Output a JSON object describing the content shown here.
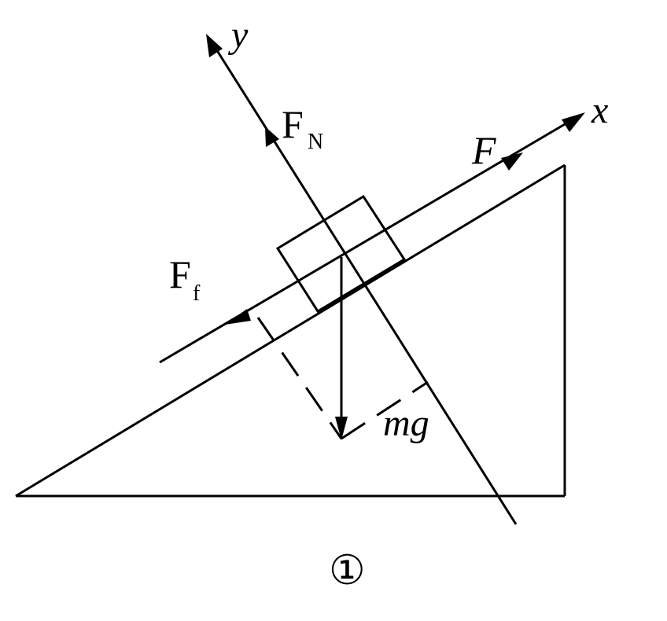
{
  "labels": {
    "y_axis": "y",
    "x_axis": "x",
    "normal_force_main": "F",
    "normal_force_sub": "N",
    "applied_force": "F",
    "friction_main": "F",
    "friction_sub": "f",
    "gravity": "mg",
    "figure_number": "①"
  }
}
